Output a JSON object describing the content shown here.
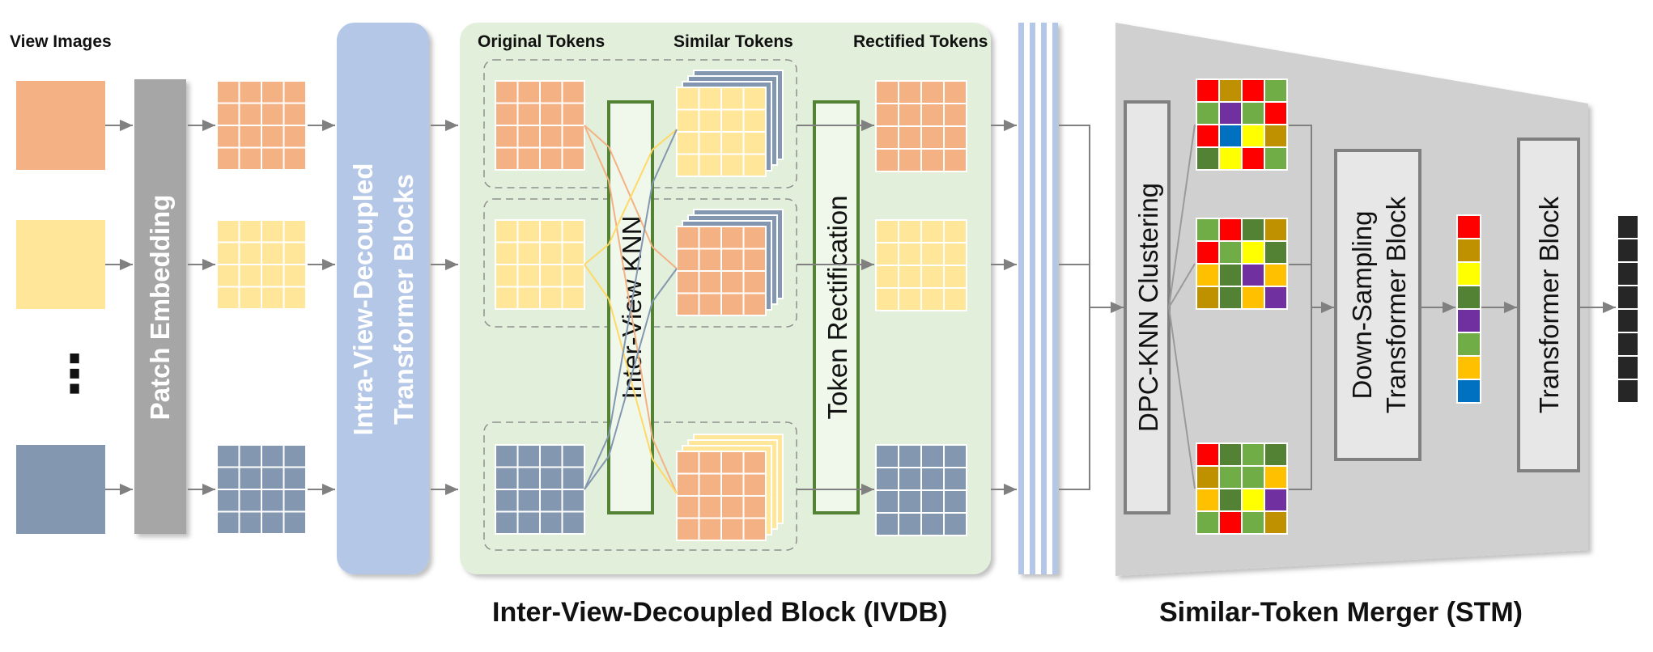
{
  "labels": {
    "view_images": "View Images",
    "original_tokens": "Original Tokens",
    "similar_tokens": "Similar Tokens",
    "rectified_tokens": "Rectified Tokens",
    "dots": "⋮"
  },
  "blocks": {
    "patch_embedding": "Patch Embedding",
    "intra_line1": "Intra-View-Decoupled",
    "intra_line2": "Transformer Blocks",
    "inter_view_knn": "Inter-View KNN",
    "token_rectification": "Token Rectification",
    "dpc_knn": "DPC-KNN Clustering",
    "down_line1": "Down-Sampling",
    "down_line2": "Transformer Block",
    "transformer_block": "Transformer Block"
  },
  "captions": {
    "ivdb": "Inter-View-Decoupled Block (IVDB)",
    "stm": "Similar-Token Merger (STM)"
  },
  "colors": {
    "orange": "#F4B183",
    "yellow": "#FFE699",
    "blue_gray": "#8497B0",
    "patch_gray": "#A6A6A6",
    "intra_blue": "#B4C7E7",
    "ivdb_green": "#E2EFDA",
    "knn_border": "#548235",
    "stm_gray": "#D0D0D0",
    "cluster_palette": [
      "#FF0000",
      "#BF9000",
      "#70AD47",
      "#548235",
      "#7030A0",
      "#0070C0",
      "#FFFF00",
      "#FFC000"
    ]
  }
}
